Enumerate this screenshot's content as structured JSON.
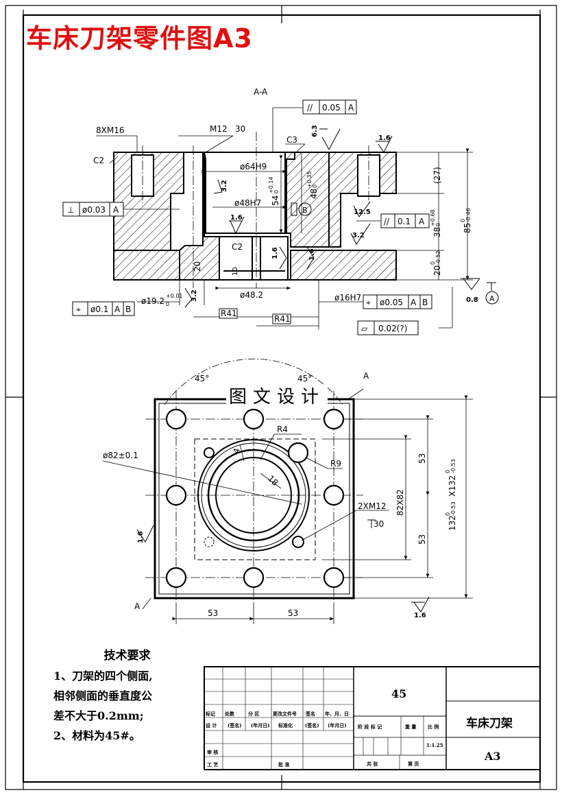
{
  "title_banner": "车床刀架零件图A3",
  "watermark": "图文设计",
  "section": {
    "label": "A-A",
    "dims": {
      "thread_8x": "8XM16",
      "thread_m12": "M12",
      "depth_30": "30",
      "chamfer_c2": "C2",
      "chamfer_c3": "C3",
      "chamfer_c2_inner": "C2",
      "bore_64": "ø64H9",
      "bore_48": "ø48H7",
      "height_54": "54",
      "height_54_tol": "+0.14",
      "height_54_tol_low": "0",
      "height_48": "48",
      "height_48_tol": "+0.35",
      "height_48_tol_low": "0",
      "dim_27": "(27)",
      "dim_38": "38",
      "dim_38_tol_hi": "+0.68",
      "dim_38_tol_lo": "0",
      "dim_85": "85",
      "dim_85_tol_hi": "0",
      "dim_85_tol_lo": "-0.46",
      "dim_20": "20",
      "dim_20_tol_hi": "0",
      "dim_20_tol_lo": "-0.52",
      "dim_20_left": "20",
      "dim_10": "10",
      "dia_48_2": "ø48.2",
      "dia_19": "ø19.2",
      "dia_19_tol_hi": "+0.01",
      "dia_19_tol_lo": "0",
      "dia_16": "ø16H7",
      "r41_left": "R41",
      "r41_right": "R41",
      "datum_b": "B",
      "datum_a": "A"
    },
    "roughness": {
      "r6_3": "6.3",
      "r1_6_top": "1.6",
      "r3_2_left": "3.2",
      "r1_6_mid": "1.6",
      "r1_6_b1": "1.6",
      "r1_6_b2": "1.6",
      "r12_5": "12.5",
      "r3_2_right": "3.2",
      "r3_2_bottom": "3.2",
      "r0_8": "0.8"
    },
    "fcf": {
      "parallel_top": {
        "symbol": "//",
        "value": "0.05",
        "datum": "A"
      },
      "perp": {
        "symbol": "⊥",
        "value": "ø0.03",
        "datum": "A"
      },
      "parallel_right": {
        "symbol": "//",
        "value": "0.1",
        "datum": "A"
      },
      "position_left": {
        "symbol": "⌖",
        "value": "ø0.1",
        "datum1": "A",
        "datum2": "B"
      },
      "position_right": {
        "symbol": "⌖",
        "value": "ø0.05",
        "datum1": "A",
        "datum2": "B"
      },
      "flatness": {
        "symbol": "▱",
        "value": "0.02(?)"
      }
    }
  },
  "plan": {
    "dims": {
      "angle_left": "45°",
      "angle_right": "45°",
      "view_a_top": "A",
      "view_a_bottom": "A",
      "dia_82": "ø82±0.1",
      "r4": "R4",
      "r9": "R9",
      "d4": "4",
      "d18": "18",
      "thread_2x": "2XM12",
      "depth_30": "30",
      "sq_82": "82X82",
      "dim_53_top": "53",
      "dim_53_bottom": "53",
      "dim_53_left": "53",
      "dim_53_right": "53",
      "dim_132": "132",
      "dim_132_tol_hi": "0",
      "dim_132_tol_lo": "-0.53",
      "dim_132_b": "X132",
      "dim_132_b_tol_hi": "0",
      "dim_132_b_tol_lo": "-0.53"
    },
    "roughness": {
      "r1_6_left": "1.6",
      "r1_6_right": "1.6"
    }
  },
  "requirements": {
    "title": "技术要求",
    "lines": [
      "1、刀架的四个侧面,",
      "相邻侧面的垂直度公",
      "差不大于0.2mm;",
      "2、材料为45#。"
    ]
  },
  "title_block": {
    "material": "45",
    "part_name": "车床刀架",
    "sheet_size": "A3",
    "scale": "1:1.25",
    "row_labels": {
      "biaoji": "标记",
      "chushu": "处数",
      "fenqu": "分 区",
      "genggai": "更改文件号",
      "qianming": "签名",
      "nianyueri": "年、月、日",
      "sheji": "设 计",
      "qianming2": "(签名)",
      "nianyueri2": "(年月日)",
      "biaozhunhua": "标准化",
      "qianming3": "(签名)",
      "nianyueri3": "(年月日)",
      "shenhe": "审 核",
      "gongyi": "工 艺",
      "pizhun": "批 准",
      "jieduan": "阶 段 标 记",
      "zhongliang": "重 量",
      "bili": "比 例",
      "gong_zhang": "共   张",
      "di_zhang": "第   页"
    }
  }
}
